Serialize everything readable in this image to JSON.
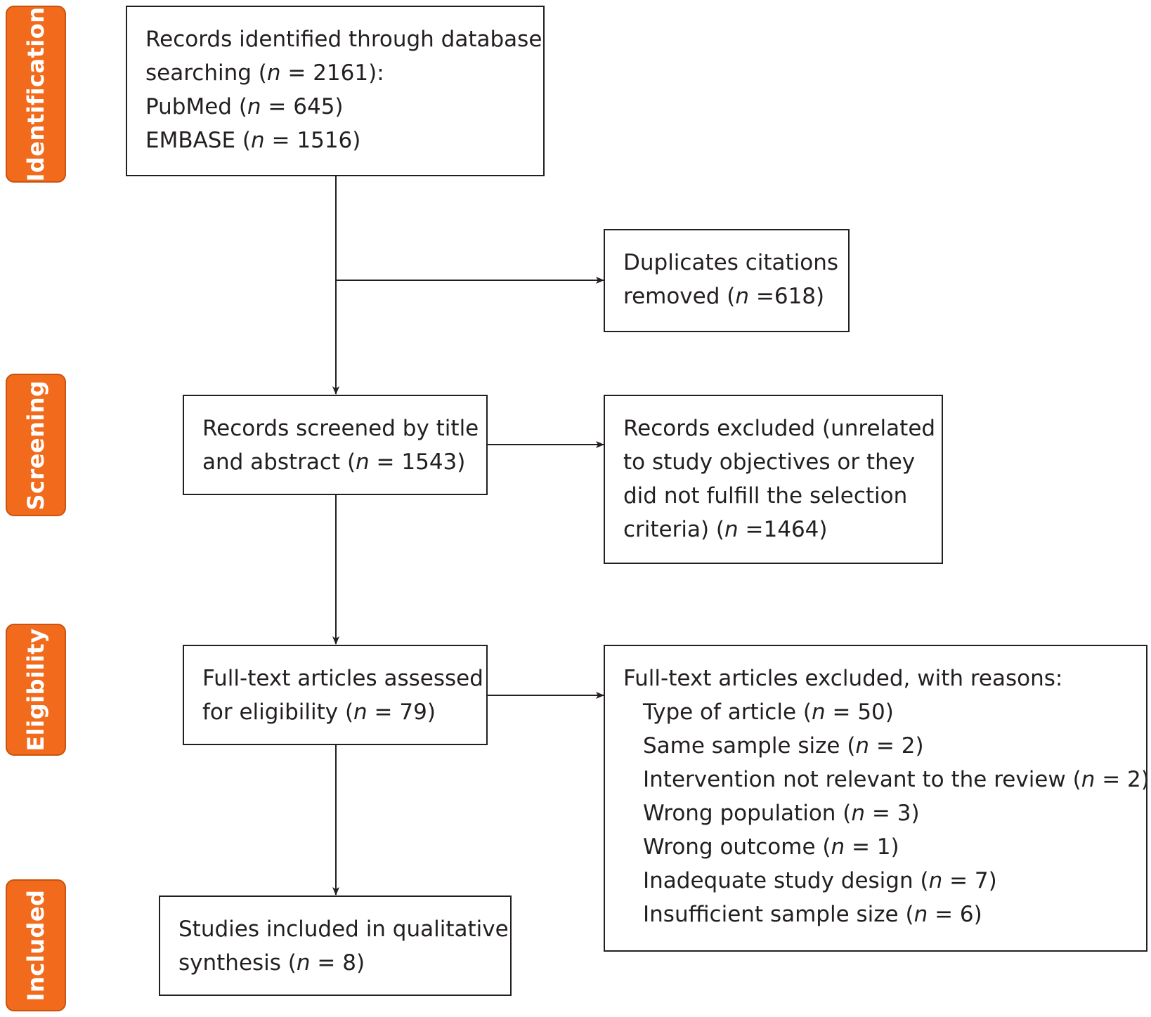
{
  "phases": {
    "identification": "Identification",
    "screening": "Screening",
    "eligibility": "Eligibility",
    "included": "Included"
  },
  "boxes": {
    "identified": {
      "line1": "Records identified through database",
      "line2_pre": "searching (",
      "line2_n": "n",
      "line2_post": " = 2161):",
      "line3_pre": "PubMed (",
      "line3_n": "n",
      "line3_post": " = 645)",
      "line4_pre": "EMBASE (",
      "line4_n": "n",
      "line4_post": " = 1516)"
    },
    "duplicates": {
      "line1": "Duplicates citations",
      "line2_pre": "removed (",
      "line2_n": "n",
      "line2_post": " =618)"
    },
    "screened": {
      "line1": "Records screened by title",
      "line2_pre": "and abstract (",
      "line2_n": "n",
      "line2_post": " = 1543)"
    },
    "excluded": {
      "line1": "Records excluded (unrelated",
      "line2": "to study objectives or they",
      "line3": "did not fulfill the selection",
      "line4_pre": "criteria) (",
      "line4_n": "n",
      "line4_post": " =1464)"
    },
    "fulltext": {
      "line1": "Full-text articles assessed",
      "line2_pre": "for eligibility (",
      "line2_n": "n",
      "line2_post": " = 79)"
    },
    "fulltext_excluded": {
      "heading": "Full-text articles excluded, with reasons:",
      "reasons": [
        {
          "pre": "Type of article (",
          "n": "n",
          "post": " = 50)"
        },
        {
          "pre": "Same sample size (",
          "n": "n",
          "post": " = 2)"
        },
        {
          "pre": "Intervention not relevant to the review (",
          "n": "n",
          "post": " = 2)"
        },
        {
          "pre": "Wrong population (",
          "n": "n",
          "post": " = 3)"
        },
        {
          "pre": "Wrong outcome (",
          "n": "n",
          "post": " = 1)"
        },
        {
          "pre": "Inadequate study design (",
          "n": "n",
          "post": " = 7)"
        },
        {
          "pre": "Insufficient sample size (",
          "n": "n",
          "post": " = 6)"
        }
      ]
    },
    "included": {
      "line1": "Studies included in qualitative",
      "line2_pre": "synthesis (",
      "line2_n": "n",
      "line2_post": " = 8)"
    }
  },
  "colors": {
    "phase_fill": "#f26a1b",
    "line": "#231f20"
  }
}
